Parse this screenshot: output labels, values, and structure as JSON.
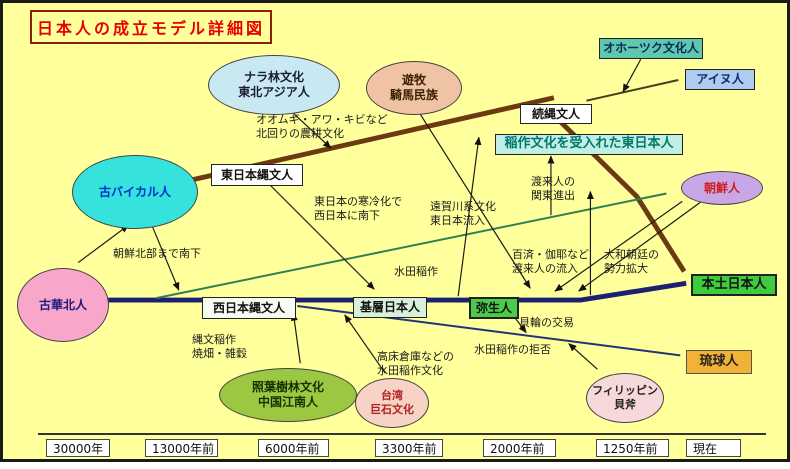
{
  "title": "日本人の成立モデル詳細図",
  "nodes": {
    "nara": [
      "ナラ林文化",
      "東北アジア人"
    ],
    "yuboku": [
      "遊牧",
      "騎馬民族"
    ],
    "baikal": [
      "古バイカル人"
    ],
    "kahoku": [
      "古華北人"
    ],
    "shoyo": [
      "照葉樹林文化",
      "中国江南人"
    ],
    "taiwan": [
      "台湾",
      "巨石文化"
    ],
    "philippine": [
      "フィリッピン",
      "貝斧"
    ],
    "chosen": [
      "朝鮮人"
    ],
    "okhotsk": "オホーツク文化人",
    "ainu": "アイヌ人",
    "zokujomon": "続縄文人",
    "inasaku_higashi": "稲作文化を受入れた東日本人",
    "higashi_jomon": "東日本縄文人",
    "nishi_jomon": "西日本縄文人",
    "kiso": "基層日本人",
    "yayoi": "弥生人",
    "hondo": "本土日本人",
    "ryukyu": "琉球人"
  },
  "notes": {
    "omugi": [
      "オオムギ・アワ・キビなど",
      "北回りの農耕文化"
    ],
    "nanka": [
      "朝鮮北部まで南下"
    ],
    "kanrei": [
      "東日本の寒冷化で",
      "西日本に南下"
    ],
    "ongagawa": [
      "遠賀川系文化",
      "東日本流入"
    ],
    "kanto": [
      "渡来人の",
      "関東進出"
    ],
    "kudara": [
      "百済・伽耶など",
      "渡来人の流入"
    ],
    "yamato": [
      "大和朝廷の",
      "勢力拡大"
    ],
    "suiden": [
      "水田稲作"
    ],
    "jomon_inasaku": [
      "縄文稲作",
      "焼畑・雑穀"
    ],
    "takayuka": [
      "高床倉庫などの",
      "水田稲作文化"
    ],
    "kaiwa": [
      "貝輪の交易"
    ],
    "kyohi": [
      "水田稲作の拒否"
    ]
  },
  "timeline": [
    "30000年",
    "13000年前",
    "6000年前",
    "3300年前",
    "2000年前",
    "1250年前",
    "現在"
  ],
  "colors": {
    "background": "#FFFF9C",
    "title_text": "#E80000",
    "title_border": "#8A2000",
    "main_line_navy": "#1B2070",
    "brown_line": "#6B3A10",
    "green_line": "#2F8050",
    "nara_fill": "#C9E9F2",
    "yuboku_fill": "#F0C3A5",
    "baikal_fill": "#35E2DC",
    "kahoku_fill": "#F9A6CB",
    "shoyo_fill": "#9CC742",
    "taiwan_fill": "#F7D3C6",
    "philippine_fill": "#F7D9DB",
    "chosen_fill": "#C9A7E6",
    "okhotsk_fill": "#5FC7AE",
    "ainu_fill": "#AECBF0",
    "inasaku_fill": "#C2EFE4",
    "kiso_fill": "#D9F0DA",
    "yayoi_fill": "#4ACC4A",
    "hondo_fill": "#3ECC3E",
    "ryukyu_fill": "#F2B235"
  }
}
